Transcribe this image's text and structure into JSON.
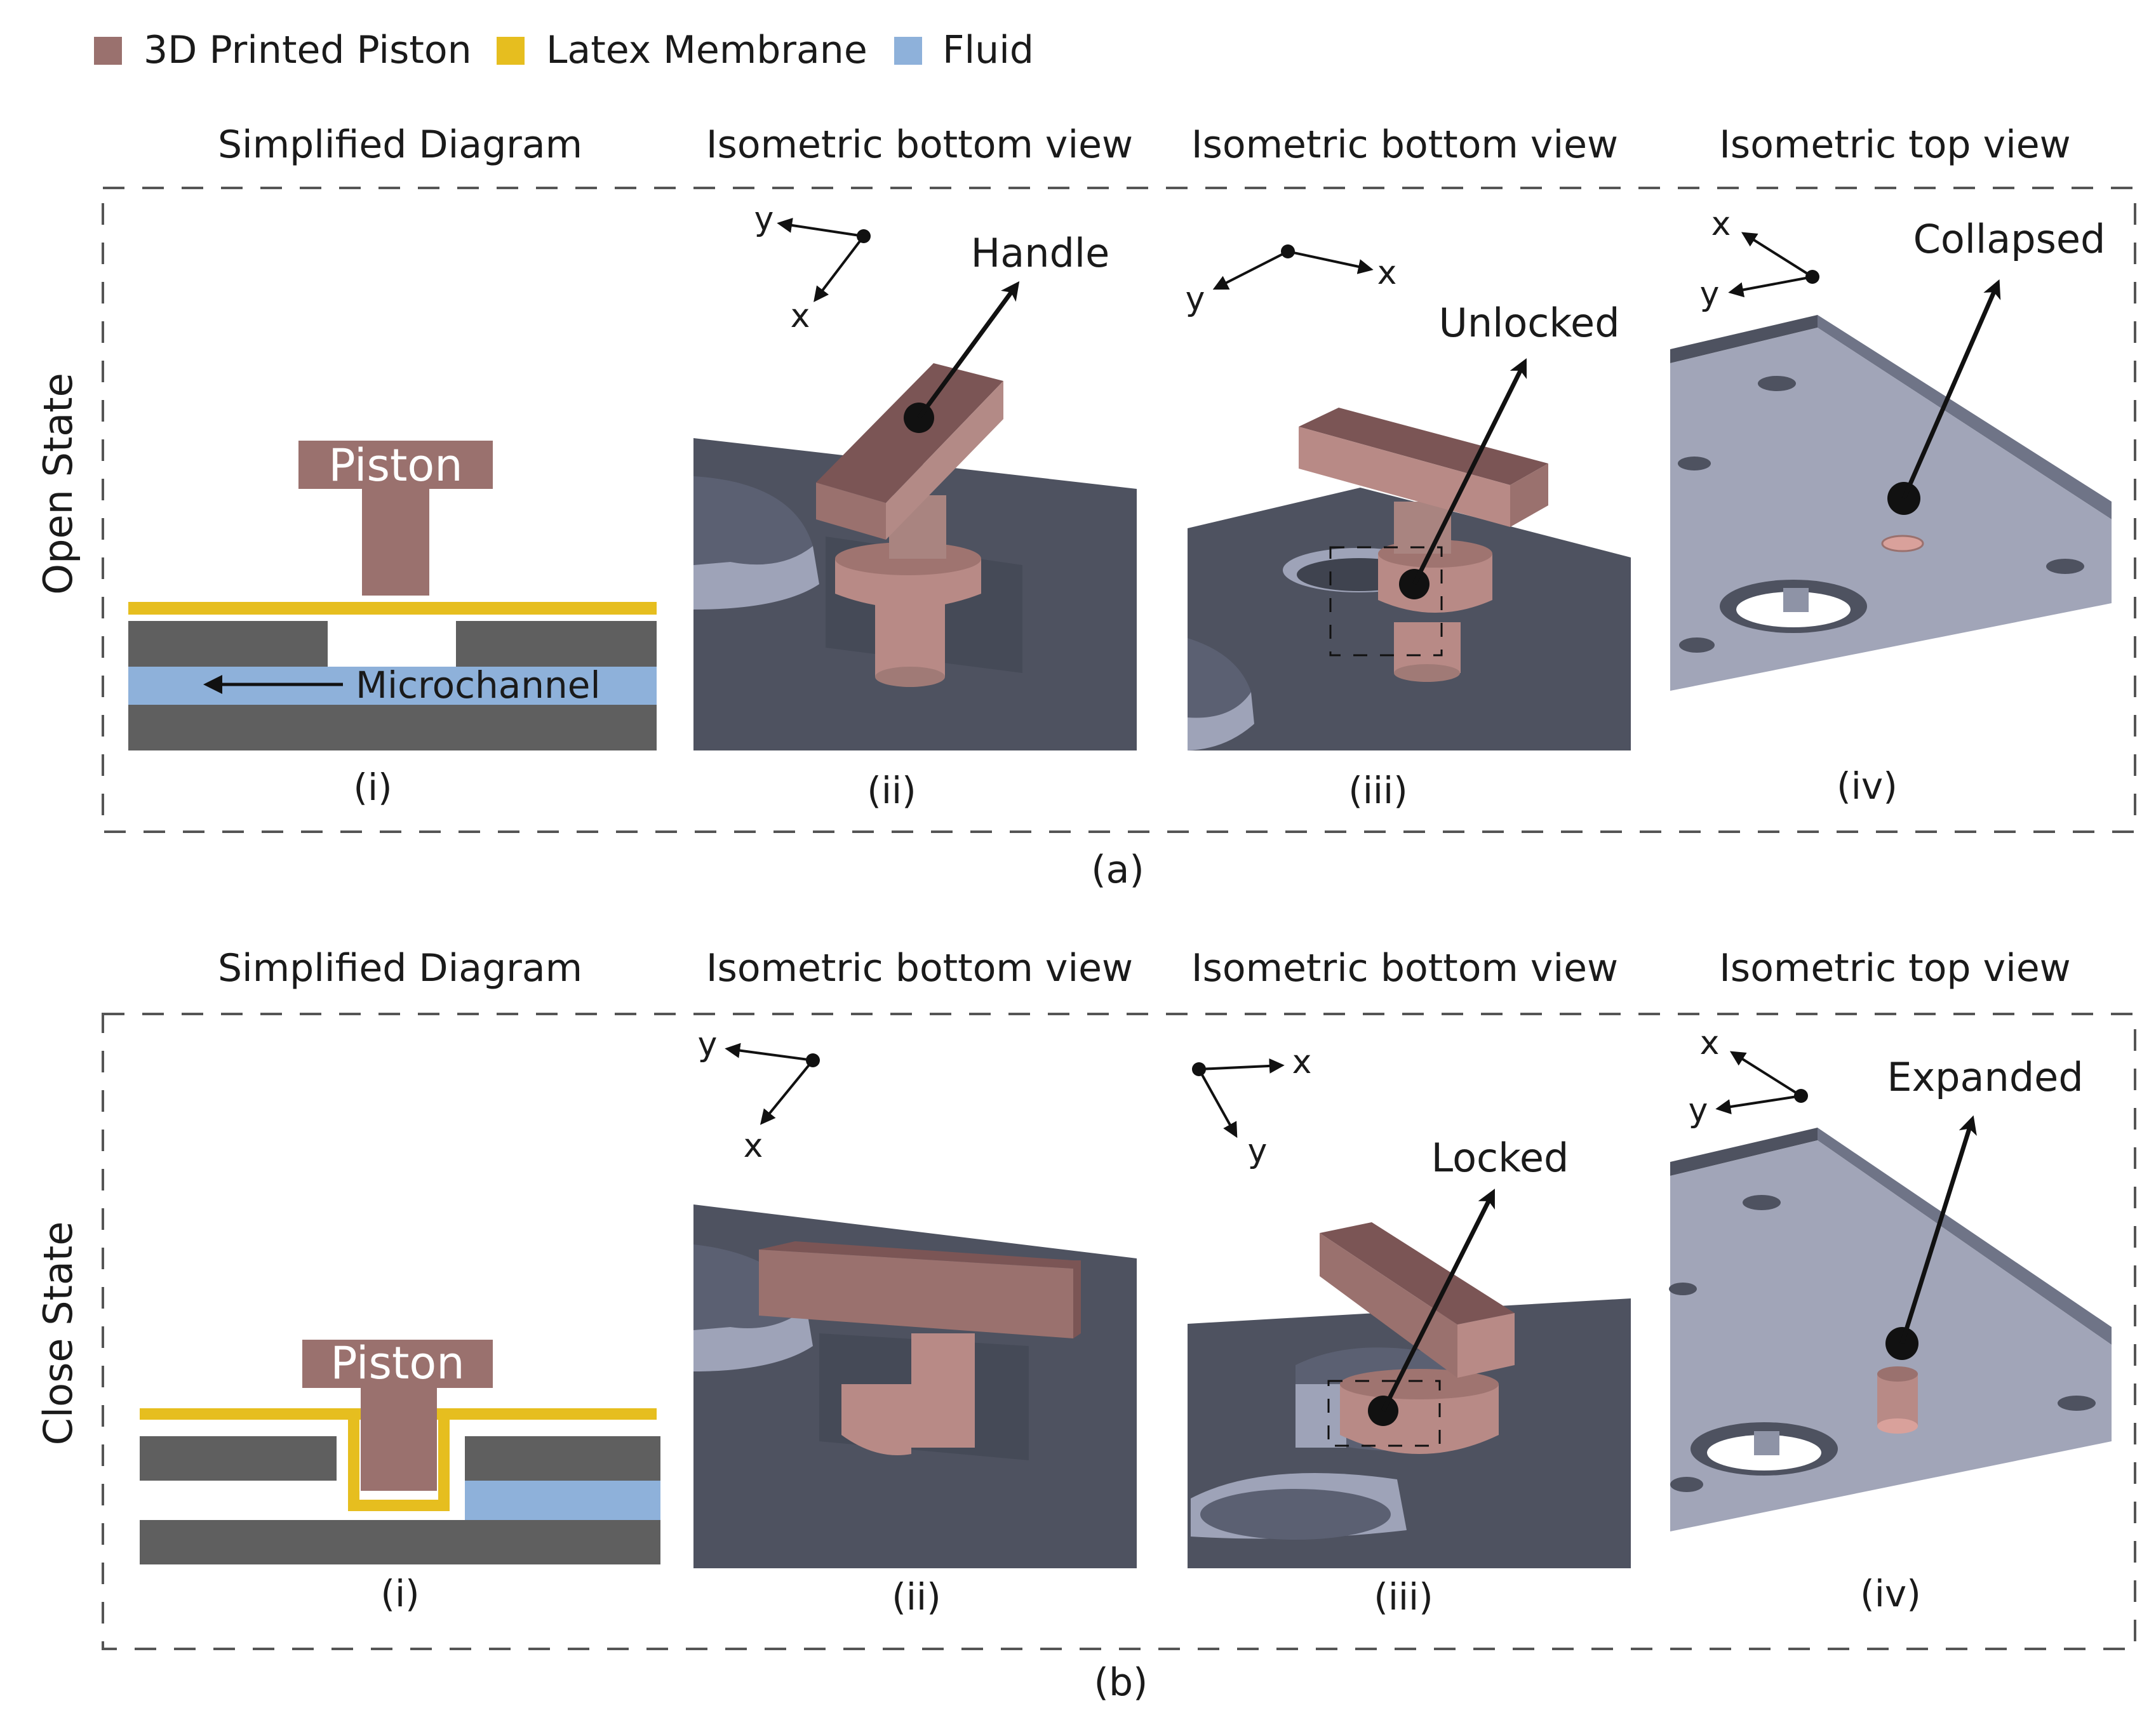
{
  "legend": [
    {
      "label": "3D Printed Piston",
      "color": "#9a716e"
    },
    {
      "label": "Latex Membrane",
      "color": "#e6be1f"
    },
    {
      "label": "Fluid",
      "color": "#8eb1da"
    }
  ],
  "colors": {
    "piston": "#9a716e",
    "piston_3d_top": "#7b5555",
    "piston_3d_side": "#a98480",
    "membrane": "#e6be1f",
    "fluid": "#8eb1da",
    "substrate_diagram": "#5f5f5f",
    "substrate_3d": "#4e5260",
    "plate_top": "#a1a5b8",
    "frame_dash": "#555555"
  },
  "panels": [
    {
      "caption": "(a)",
      "state_label": "Open State",
      "columns": [
        {
          "title": "Simplified Diagram",
          "subcaption": "(i)",
          "piston_label": "Piston",
          "channel_label": "Microchannel"
        },
        {
          "title": "Isometric bottom view",
          "subcaption": "(ii)",
          "callout": "Handle",
          "axis_labels": [
            "y",
            "x"
          ]
        },
        {
          "title": "Isometric bottom view",
          "subcaption": "(iii)",
          "callout": "Unlocked",
          "axis_labels": [
            "x",
            "y"
          ]
        },
        {
          "title": "Isometric top view",
          "subcaption": "(iv)",
          "callout": "Collapsed",
          "axis_labels": [
            "x",
            "y"
          ]
        }
      ]
    },
    {
      "caption": "(b)",
      "state_label": "Close State",
      "columns": [
        {
          "title": "Simplified Diagram",
          "subcaption": "(i)",
          "piston_label": "Piston"
        },
        {
          "title": "Isometric bottom view",
          "subcaption": "(ii)",
          "axis_labels": [
            "y",
            "x"
          ]
        },
        {
          "title": "Isometric bottom view",
          "subcaption": "(iii)",
          "callout": "Locked",
          "axis_labels": [
            "x",
            "y"
          ]
        },
        {
          "title": "Isometric top view",
          "subcaption": "(iv)",
          "callout": "Expanded",
          "axis_labels": [
            "x",
            "y"
          ]
        }
      ]
    }
  ]
}
